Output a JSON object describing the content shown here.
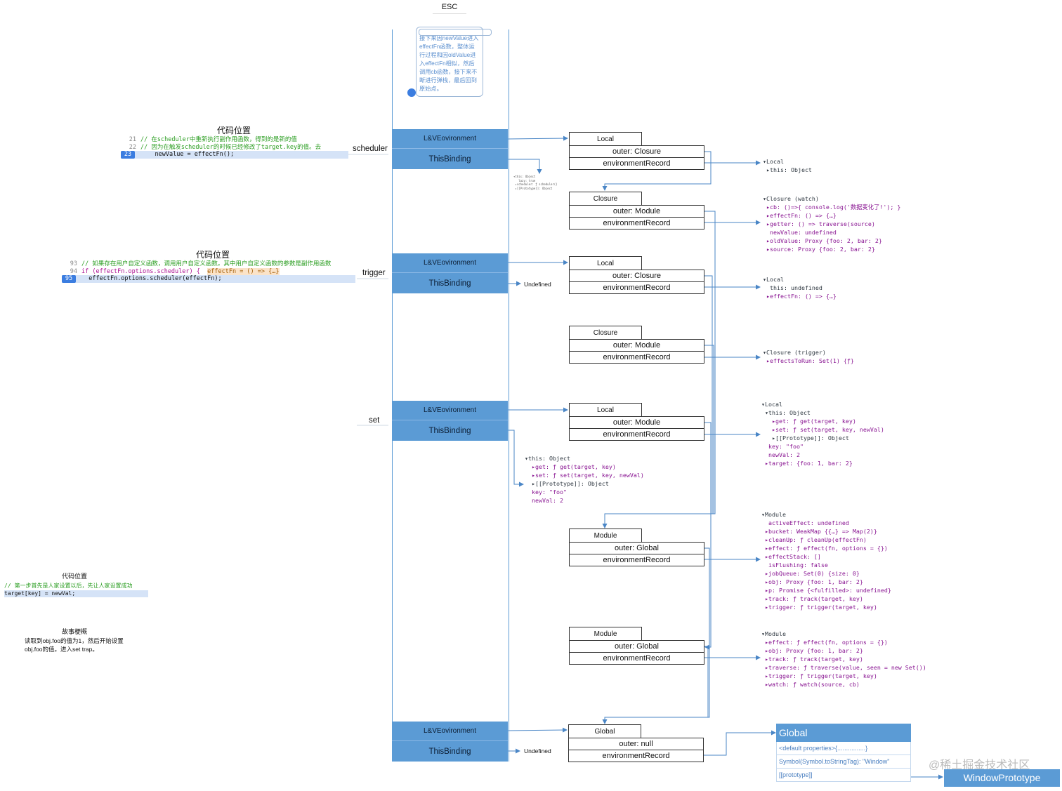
{
  "esc_label": "ESC",
  "note_text": "接下来因newValue进入effectFn函数，整体运行过程和因oldValue进入effectFn相似，然后调用cb函数，接下来不断进行弹栈，最后回到原始点。",
  "code_title": "代码位置",
  "code_blocks": [
    {
      "lines": [
        {
          "num": "21",
          "text": "// 在scheduler中重新执行副作用函数，得到的是新的值"
        },
        {
          "num": "22",
          "text": "// 因为在触发scheduler的时候已经修改了target.key的值。去"
        },
        {
          "num": "23",
          "text": "newValue = effectFn();"
        }
      ]
    },
    {
      "lines": [
        {
          "num": "93",
          "text": "// 如果存在用户自定义函数，调用用户自定义函数。其中用户自定义函数的参数是副作用函数"
        },
        {
          "num": "94",
          "text": "if (effectFn.options.scheduler) {",
          "tip": "effectFn = () => {…}"
        },
        {
          "num": "95",
          "text": "effectFn.options.scheduler(effectFn);"
        }
      ]
    },
    {
      "lines": [
        {
          "num": "",
          "text": "// 第一步首先是人家设置以后，先让人家设置成功"
        },
        {
          "num": "",
          "text": "target[key] = newVal;"
        }
      ]
    }
  ],
  "story_title": "故事梗概",
  "story_text_1": "读取到obj.foo的值为1，然后开始设置",
  "story_text_2": "obj.foo的值。进入set trap。",
  "call_labels": {
    "scheduler": "scheduler",
    "trigger": "trigger",
    "set": "set"
  },
  "contexts": [
    {
      "lv": "L&VEovironment",
      "tb": "ThisBinding"
    },
    {
      "lv": "L&VEovironment",
      "tb": "ThisBinding"
    },
    {
      "lv": "L&VEovironment",
      "tb": "ThisBinding"
    },
    {
      "lv": "L&VEovironment",
      "tb": "ThisBinding"
    }
  ],
  "undefined_label": "Undefined",
  "environments": [
    {
      "title": "Local",
      "outer": "outer: Closure",
      "record": "environmentRecord"
    },
    {
      "title": "Closure",
      "outer": "outer: Module",
      "record": "environmentRecord"
    },
    {
      "title": "Local",
      "outer": "outer: Closure",
      "record": "environmentRecord"
    },
    {
      "title": "Closure",
      "outer": "outer: Module",
      "record": "environmentRecord"
    },
    {
      "title": "Local",
      "outer": "outer: Module",
      "record": "environmentRecord"
    },
    {
      "title": "Module",
      "outer": "outer: Global",
      "record": "environmentRecord"
    },
    {
      "title": "Module",
      "outer": "outer: Global",
      "record": "environmentRecord"
    },
    {
      "title": "Global",
      "outer": "outer: null",
      "record": "environmentRecord"
    }
  ],
  "tiny_this": [
    "▾this: Object",
    "   lazy: true",
    " ▸scheduler: ƒ scheduler()",
    " ▸[[Prototype]]: Object"
  ],
  "this_object_panel": [
    "▾this: Object",
    "  ▸get: ƒ get(target, key)",
    "  ▸set: ƒ set(target, key, newVal)",
    "  ▸[[Prototype]]: Object",
    "  key: \"foo\"",
    "  newVal: 2"
  ],
  "scopes": [
    {
      "lines": [
        "▾Local",
        " ▸this: Object"
      ]
    },
    {
      "lines": [
        "▾Closure (watch)",
        " ▸cb: ()=>{ console.log('数据变化了!'); }",
        " ▸effectFn: () => {…}",
        " ▸getter: () => traverse(source)",
        "  newValue: undefined",
        " ▸oldValue: Proxy {foo: 2, bar: 2}",
        " ▸source: Proxy {foo: 2, bar: 2}"
      ]
    },
    {
      "lines": [
        "▾Local",
        "  this: undefined",
        " ▸effectFn: () => {…}"
      ]
    },
    {
      "lines": [
        "▾Closure (trigger)",
        " ▸effectsToRun: Set(1) {ƒ}"
      ]
    },
    {
      "lines": [
        "▾Local",
        " ▾this: Object",
        "   ▸get: ƒ get(target, key)",
        "   ▸set: ƒ set(target, key, newVal)",
        "   ▸[[Prototype]]: Object",
        "  key: \"foo\"",
        "  newVal: 2",
        " ▸target: {foo: 1, bar: 2}"
      ]
    },
    {
      "lines": [
        "▾Module",
        "  activeEffect: undefined",
        " ▸bucket: WeakMap {{…} => Map(2)}",
        " ▸cleanUp: ƒ cleanUp(effectFn)",
        " ▸effect: ƒ effect(fn, options = {})",
        " ▸effectStack: []",
        "  isFlushing: false",
        " ▸jobQueue: Set(0) {size: 0}",
        " ▸obj: Proxy {foo: 1, bar: 2}",
        " ▸p: Promise {<fulfilled>: undefined}",
        " ▸track: ƒ track(target, key)",
        " ▸trigger: ƒ trigger(target, key)"
      ]
    },
    {
      "lines": [
        "▾Module",
        " ▸effect: ƒ effect(fn, options = {})",
        " ▸obj: Proxy {foo: 1, bar: 2}",
        " ▸track: ƒ track(target, key)",
        " ▸traverse: ƒ traverse(value, seen = new Set())",
        " ▸trigger: ƒ trigger(target, key)",
        " ▸watch: ƒ watch(source, cb)"
      ]
    }
  ],
  "global_object": {
    "title": "Global",
    "rows": [
      "<default properties>{................}",
      "Symbol(Symbol.toStringTag): \"Window\"",
      "[[prototype]]"
    ]
  },
  "window_prototype": "WindowPrototype",
  "watermark": "@稀土掘金技术社区",
  "colors": {
    "accent": "#5b9bd5",
    "line": "#4a86c6"
  }
}
